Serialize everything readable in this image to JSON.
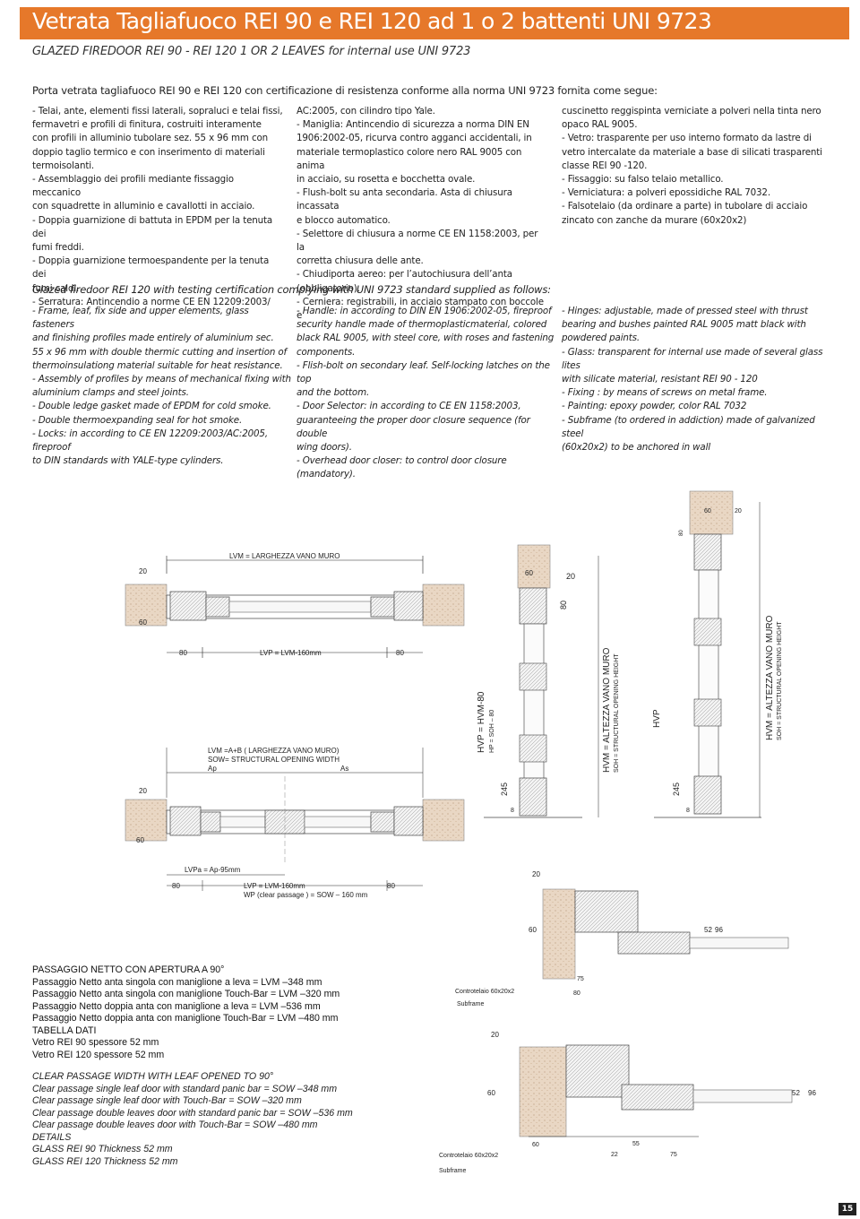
{
  "header": {
    "title": "Vetrata Tagliafuoco REI 90 e REI 120 ad 1 o 2 battenti  UNI 9723",
    "subtitle": "GLAZED FIREDOOR REI  90 - REI 120 1 OR 2 LEAVES for internal use UNI 9723",
    "intro": "Porta vetrata tagliafuoco REI 90 e REI 120 con certificazione di resistenza conforme alla norma UNI 9723 fornita come segue:"
  },
  "italian": {
    "col1": [
      "- Telai, ante, elementi fissi laterali, sopraluci e telai fissi,",
      "fermavetri e profili di finitura, costruiti interamente",
      "con profili in alluminio tubolare sez. 55 x 96 mm con",
      "doppio taglio termico e con inserimento di materiali",
      "termoisolanti.",
      "- Assemblaggio dei profili mediante fissaggio meccanico",
      "con squadrette in alluminio e cavallotti in acciaio.",
      "- Doppia guarnizione di battuta in EPDM per la tenuta dei",
      "fumi freddi.",
      "- Doppia guarnizione termoespandente per la tenuta dei",
      "fumi caldi.",
      "- Serratura: Antincendio a norme CE EN 12209:2003/"
    ],
    "col2": [
      "AC:2005, con cilindro tipo Yale.",
      "- Maniglia: Antincendio di sicurezza a norma DIN  EN",
      "1906:2002-05, ricurva contro agganci accidentali, in",
      "materiale termoplastico colore nero RAL 9005 con anima",
      "in acciaio, su rosetta e bocchetta ovale.",
      "- Flush-bolt su anta secondaria. Asta di chiusura incassata",
      "e blocco automatico.",
      "- Selettore di chiusura a norme CE EN 1158:2003, per la",
      "corretta chiusura delle ante.",
      "- Chiudiporta aereo: per l’autochiusura dell’anta",
      "(obbligatorio).",
      "- Cerniera: registrabili, in acciaio stampato con boccole e"
    ],
    "col3": [
      "cuscinetto reggispinta verniciate a polveri nella tinta nero",
      "opaco RAL 9005.",
      "- Vetro: trasparente per uso interno formato da lastre di",
      "vetro intercalate da materiale a base di silicati trasparenti",
      "classe REI 90 -120.",
      "- Fissaggio: su falso telaio metallico.",
      "- Verniciatura: a polveri epossidiche RAL 7032.",
      "- Falsotelaio (da ordinare a parte) in tubolare di acciaio",
      "zincato con zanche da murare (60x20x2)"
    ]
  },
  "english": {
    "heading": "Glazed firedoor REI 120 with testing certification complying with UNI 9723 standard supplied as follows:",
    "col1": [
      "- Frame, leaf, fix side and upper elements, glass fasteners",
      "and finishing profiles made entirely of aluminium sec.",
      "55 x 96 mm with double thermic cutting and insertion of",
      "thermoinsulationg material suitable for heat resistance.",
      "- Assembly of profiles by means of mechanical fixing with",
      "aluminium clamps and steel joints.",
      "- Double ledge gasket made of EPDM for cold smoke.",
      "- Double thermoexpanding seal for hot smoke.",
      "- Locks: in according to CE EN 12209:2003/AC:2005, fireproof",
      "to DIN standards with YALE-type cylinders."
    ],
    "col2": [
      "- Handle: in according to DIN  EN 1906:2002-05, fireproof",
      "security handle made of thermoplasticmaterial, colored",
      "black RAL 9005, with steel core, with roses and fastening",
      "components.",
      "- Flish-bolt on secondary leaf. Self-locking latches on the top",
      "and the bottom.",
      "- Door Selector: in according to CE EN 1158:2003,",
      "guaranteeing the proper door closure sequence (for double",
      "wing doors).",
      "- Overhead door closer: to control door closure (mandatory)."
    ],
    "col3": [
      "- Hinges: adjustable, made of pressed steel with thrust",
      "bearing and bushes painted RAL 9005 matt black with",
      "powdered paints.",
      "- Glass: transparent for internal use made of several glass lites",
      "with silicate material, resistant REI 90 - 120",
      "- Fixing : by means of screws on metal frame.",
      "- Painting: epoxy powder, color RAL 7032",
      "- Subframe (to ordered in addiction) made of galvanized steel",
      "(60x20x2) to be anchored in wall"
    ]
  },
  "passage_it": [
    "PASSAGGIO NETTO CON APERTURA A 90°",
    "Passaggio Netto anta singola con maniglione a leva = LVM –348 mm",
    "Passaggio Netto anta singola con maniglione Touch-Bar = LVM –320 mm",
    "Passaggio Netto doppia anta con maniglione a leva = LVM –536 mm",
    "Passaggio Netto doppia anta con maniglione Touch-Bar = LVM –480 mm",
    "TABELLA DATI",
    "Vetro REI 90 spessore 52 mm",
    "Vetro REI 120 spessore 52 mm"
  ],
  "passage_en": [
    "CLEAR PASSAGE WIDTH WITH LEAF OPENED TO 90°",
    "Clear passage single leaf door with standard panic bar = SOW –348 mm",
    "Clear passage single leaf door with Touch-Bar = SOW –320 mm",
    "Clear passage double leaves door with standard panic bar = SOW –536 mm",
    "Clear passage double leaves door with Touch-Bar = SOW –480 mm",
    "DETAILS",
    "GLASS REI 90 Thickness 52 mm",
    "GLASS REI 120 Thickness 52 mm"
  ],
  "drawings": {
    "plan1": {
      "lvm": "LVM = LARGHEZZA VANO MURO",
      "d20": "20",
      "d60": "60",
      "d80a": "80",
      "lvp": "LVP = LVM-160mm",
      "d80b": "80"
    },
    "plan2": {
      "lvm": "LVM =A+B ( LARGHEZZA VANO MURO)",
      "sow": "SOW= STRUCTURAL OPENING WIDTH",
      "ap": "Ap",
      "as": "As",
      "d20": "20",
      "d60": "60",
      "lvpa": "LVPa = Ap-95mm",
      "d80a": "80",
      "lvp": "LVP = LVM-160mm",
      "wp": "WP (clear passage ) = SOW – 160 mm",
      "d80b": "80"
    },
    "section1": {
      "d60": "60",
      "d20": "20",
      "d80": "80",
      "hvp": "HVP = HVM-80",
      "hp": "HP = SOH – 80",
      "d245": "245",
      "d8": "8",
      "hvm": "HVM = ALTEZZA VANO MURO",
      "soh": "SOH = STRUCTURAL OPENING HEIGHT"
    },
    "section2": {
      "d60": "60",
      "d20": "20",
      "d80": "80",
      "hvp": "HVP",
      "d245": "245",
      "d8": "8",
      "hvm": "HVM = ALTEZZA VANO MURO",
      "soh": "SOH = STRUCTURAL OPENING HEIGHT"
    },
    "detail": {
      "d20a": "20",
      "d60a": "60",
      "d52a": "52",
      "d96a": "96",
      "ctl1": "Controtelaio 60x20x2",
      "sub1": "Subframe",
      "d75": "75",
      "d80": "80",
      "d20b": "20",
      "d60b": "60",
      "d52b": "52",
      "d96b": "96",
      "ctl2": "Controtelaio 60x20x2",
      "sub2": "Subframe",
      "d60c": "60",
      "d22": "22",
      "d55": "55",
      "d75b": "75"
    }
  },
  "page_number": "15",
  "colors": {
    "accent": "#e6782a",
    "wall": "#e9d7c4",
    "profile": "#cfcfcf"
  }
}
